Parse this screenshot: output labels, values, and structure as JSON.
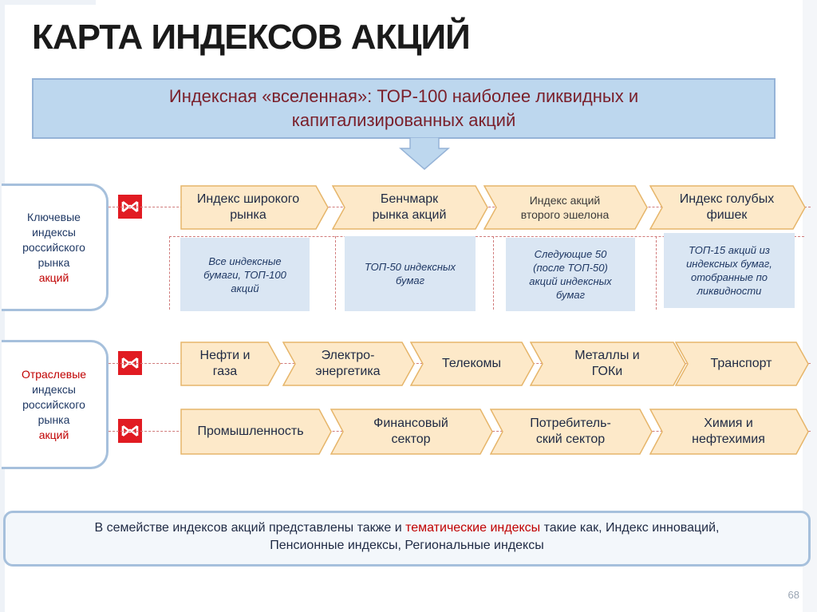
{
  "title": "КАРТА ИНДЕКСОВ АКЦИЙ",
  "banner": {
    "line1": "Индексная «вселенная»: ТОР-100 наиболее ликвидных и",
    "line2": "капитализированных акций"
  },
  "key_panel": {
    "line1": "Ключевые",
    "line2": "индексы",
    "line3": "российского",
    "line4": "рынка",
    "line5": "акций"
  },
  "sector_panel": {
    "line1": "Отраслевые",
    "line2": "индексы",
    "line3": "российского",
    "line4": "рынка",
    "line5": "акций"
  },
  "key_indices": [
    {
      "l1": "Индекс широкого",
      "l2": "рынка",
      "d": [
        "Все индексные",
        "бумаги, ТОП-100",
        "акций"
      ]
    },
    {
      "l1": "Бенчмарк",
      "l2": "рынка акций",
      "d": [
        "ТОП-50 индексных",
        "бумаг"
      ]
    },
    {
      "l1": "Индекс акций",
      "l2": "второго эшелона",
      "d": [
        "Следующие 50",
        "(после ТОП-50)",
        "акций индексных",
        "бумаг"
      ]
    },
    {
      "l1": "Индекс голубых",
      "l2": "фишек",
      "d": [
        "ТОП-15 акций из",
        "индексных бумаг,",
        "отобранные по",
        "ликвидности"
      ]
    }
  ],
  "sector_row1": [
    {
      "l1": "Нефти и",
      "l2": "газа"
    },
    {
      "l1": "Электро-",
      "l2": "энергетика"
    },
    {
      "l1": "Телекомы",
      "l2": ""
    },
    {
      "l1": "Металлы и",
      "l2": "ГОКи"
    },
    {
      "l1": "Транспорт",
      "l2": ""
    }
  ],
  "sector_row2": [
    {
      "l1": "Промышленность",
      "l2": ""
    },
    {
      "l1": "Финансовый",
      "l2": "сектор"
    },
    {
      "l1": "Потребитель-",
      "l2": "ский сектор"
    },
    {
      "l1": "Химия и",
      "l2": "нефтехимия"
    }
  ],
  "footer": {
    "part1": "В семействе индексов акций представлены также и ",
    "part2": "тематические индексы",
    "part3": " такие как, Индекс инноваций,",
    "line2": "Пенсионные индексы, Региональные индексы"
  },
  "page_number": "68",
  "colors": {
    "chevron_fill": "#fde9c9",
    "chevron_stroke": "#e6b56a",
    "logo_red": "#e11b22",
    "banner_fill": "#bdd7ee",
    "description_fill": "#dae6f3",
    "highlight_red": "#c00000"
  }
}
